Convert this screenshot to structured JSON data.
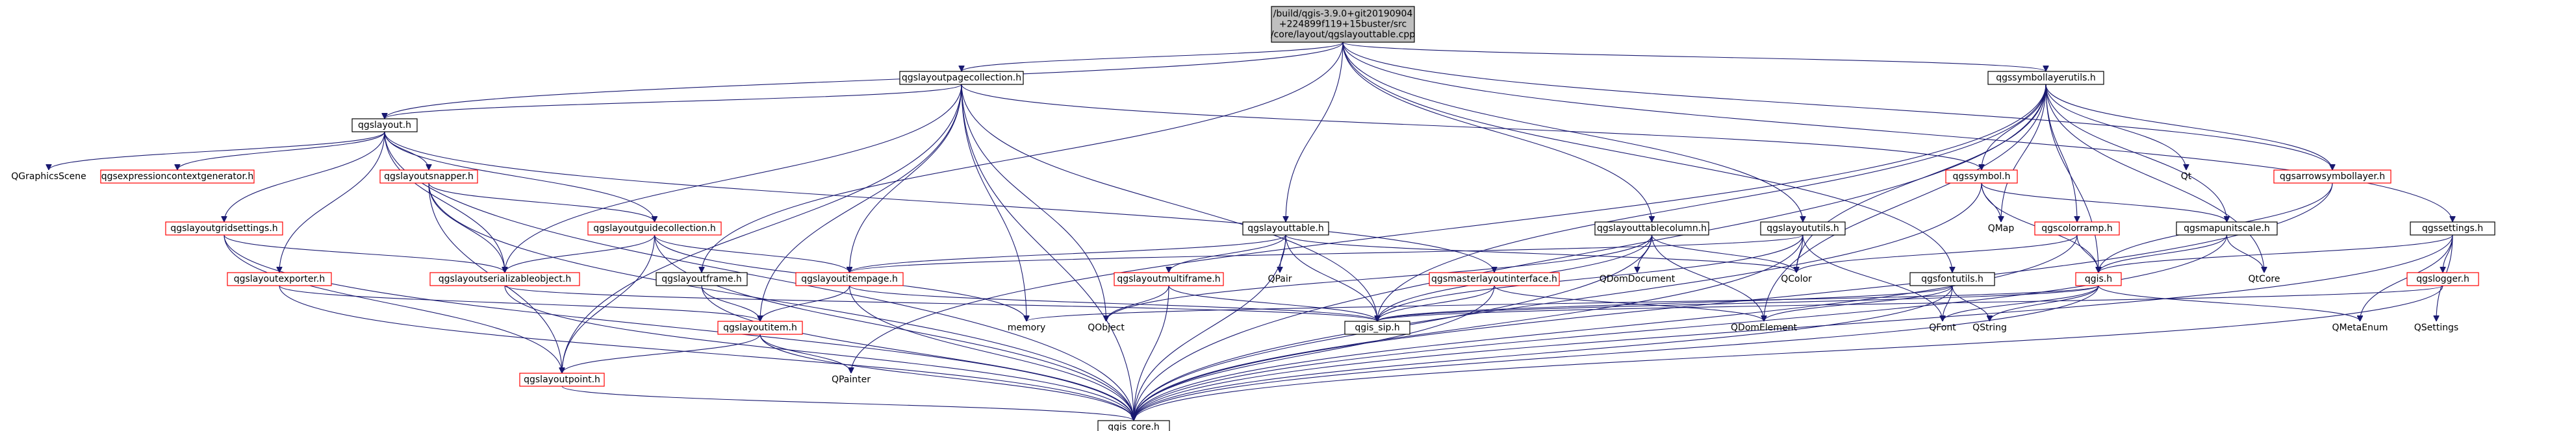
{
  "nodes": [
    {
      "id": "root",
      "lines": [
        "/build/qgis-3.9.0+git20190904",
        "+224899f119+15buster/src",
        "/core/layout/qgslayouttable.cpp"
      ],
      "style": "root"
    },
    {
      "id": "pagecoll",
      "lines": [
        "qgslayoutpagecollection.h"
      ],
      "style": "plain"
    },
    {
      "id": "symlayerutils",
      "lines": [
        "qgssymbollayerutils.h"
      ],
      "style": "plain"
    },
    {
      "id": "layout",
      "lines": [
        "qgslayout.h"
      ],
      "style": "plain"
    },
    {
      "id": "gscene",
      "lines": [
        "QGraphicsScene"
      ],
      "style": "none"
    },
    {
      "id": "exprctx",
      "lines": [
        "qgsexpressioncontextgenerator.h"
      ],
      "style": "red"
    },
    {
      "id": "snapper",
      "lines": [
        "qgslayoutsnapper.h"
      ],
      "style": "red"
    },
    {
      "id": "gridsettings",
      "lines": [
        "qgslayoutgridsettings.h"
      ],
      "style": "red"
    },
    {
      "id": "guidecoll",
      "lines": [
        "qgslayoutguidecollection.h"
      ],
      "style": "red"
    },
    {
      "id": "exporter",
      "lines": [
        "qgslayoutexporter.h"
      ],
      "style": "red"
    },
    {
      "id": "serializable",
      "lines": [
        "qgslayoutserializableobject.h"
      ],
      "style": "red"
    },
    {
      "id": "frame",
      "lines": [
        "qgslayoutframe.h"
      ],
      "style": "plain"
    },
    {
      "id": "itempage",
      "lines": [
        "qgslayoutitempage.h"
      ],
      "style": "red"
    },
    {
      "id": "item",
      "lines": [
        "qgslayoutitem.h"
      ],
      "style": "red"
    },
    {
      "id": "point",
      "lines": [
        "qgslayoutpoint.h"
      ],
      "style": "red"
    },
    {
      "id": "memory",
      "lines": [
        "memory"
      ],
      "style": "none"
    },
    {
      "id": "table",
      "lines": [
        "qgslayouttable.h"
      ],
      "style": "plain"
    },
    {
      "id": "multiframe",
      "lines": [
        "qgslayoutmultiframe.h"
      ],
      "style": "red"
    },
    {
      "id": "qpair",
      "lines": [
        "QPair"
      ],
      "style": "none"
    },
    {
      "id": "qobject",
      "lines": [
        "QObject"
      ],
      "style": "none"
    },
    {
      "id": "tablecolumn",
      "lines": [
        "qgslayouttablecolumn.h"
      ],
      "style": "plain"
    },
    {
      "id": "masterlayout",
      "lines": [
        "qgsmasterlayoutinterface.h"
      ],
      "style": "red"
    },
    {
      "id": "qdomdoc",
      "lines": [
        "QDomDocument"
      ],
      "style": "none"
    },
    {
      "id": "qdomel",
      "lines": [
        "QDomElement"
      ],
      "style": "none"
    },
    {
      "id": "utils",
      "lines": [
        "qgslayoututils.h"
      ],
      "style": "plain"
    },
    {
      "id": "fontutils",
      "lines": [
        "qgsfontutils.h"
      ],
      "style": "plain"
    },
    {
      "id": "sip",
      "lines": [
        "qgis_sip.h"
      ],
      "style": "plain"
    },
    {
      "id": "qcolor",
      "lines": [
        "QColor"
      ],
      "style": "none"
    },
    {
      "id": "qfont",
      "lines": [
        "QFont"
      ],
      "style": "none"
    },
    {
      "id": "qstring",
      "lines": [
        "QString"
      ],
      "style": "none"
    },
    {
      "id": "symbol",
      "lines": [
        "qgssymbol.h"
      ],
      "style": "red"
    },
    {
      "id": "qmap",
      "lines": [
        "QMap"
      ],
      "style": "none"
    },
    {
      "id": "colorramp",
      "lines": [
        "qgscolorramp.h"
      ],
      "style": "red"
    },
    {
      "id": "qgis",
      "lines": [
        "qgis.h"
      ],
      "style": "red"
    },
    {
      "id": "mapunitscale",
      "lines": [
        "qgsmapunitscale.h"
      ],
      "style": "plain"
    },
    {
      "id": "qt",
      "lines": [
        "Qt"
      ],
      "style": "none"
    },
    {
      "id": "arrowsymlayer",
      "lines": [
        "qgsarrowsymbollayer.h"
      ],
      "style": "red"
    },
    {
      "id": "settings",
      "lines": [
        "qgssettings.h"
      ],
      "style": "plain"
    },
    {
      "id": "qtcore",
      "lines": [
        "QtCore"
      ],
      "style": "none"
    },
    {
      "id": "logger",
      "lines": [
        "qgslogger.h"
      ],
      "style": "red"
    },
    {
      "id": "qsettings",
      "lines": [
        "QSettings"
      ],
      "style": "none"
    },
    {
      "id": "qmetaenum",
      "lines": [
        "QMetaEnum"
      ],
      "style": "none"
    },
    {
      "id": "qpainter",
      "lines": [
        "QPainter"
      ],
      "style": "none"
    },
    {
      "id": "core",
      "lines": [
        "qgis_core.h"
      ],
      "style": "plain"
    }
  ],
  "edges": [
    [
      "root",
      "pagecoll"
    ],
    [
      "root",
      "symlayerutils"
    ],
    [
      "root",
      "layout"
    ],
    [
      "root",
      "table"
    ],
    [
      "root",
      "tablecolumn"
    ],
    [
      "root",
      "utils"
    ],
    [
      "root",
      "fontutils"
    ],
    [
      "root",
      "settings"
    ],
    [
      "root",
      "arrowsymlayer"
    ],
    [
      "root",
      "frame"
    ],
    [
      "pagecoll",
      "layout"
    ],
    [
      "pagecoll",
      "symbol"
    ],
    [
      "pagecoll",
      "serializable"
    ],
    [
      "pagecoll",
      "itempage"
    ],
    [
      "pagecoll",
      "item"
    ],
    [
      "pagecoll",
      "point"
    ],
    [
      "pagecoll",
      "memory"
    ],
    [
      "pagecoll",
      "qobject"
    ],
    [
      "pagecoll",
      "sip"
    ],
    [
      "pagecoll",
      "core"
    ],
    [
      "layout",
      "gscene"
    ],
    [
      "layout",
      "exprctx"
    ],
    [
      "layout",
      "snapper"
    ],
    [
      "layout",
      "gridsettings"
    ],
    [
      "layout",
      "guidecoll"
    ],
    [
      "layout",
      "exporter"
    ],
    [
      "layout",
      "serializable"
    ],
    [
      "layout",
      "masterlayout"
    ],
    [
      "layout",
      "core"
    ],
    [
      "snapper",
      "guidecoll"
    ],
    [
      "snapper",
      "serializable"
    ],
    [
      "snapper",
      "point"
    ],
    [
      "snapper",
      "core"
    ],
    [
      "gridsettings",
      "serializable"
    ],
    [
      "gridsettings",
      "point"
    ],
    [
      "gridsettings",
      "core"
    ],
    [
      "guidecoll",
      "serializable"
    ],
    [
      "guidecoll",
      "itempage"
    ],
    [
      "guidecoll",
      "point"
    ],
    [
      "guidecoll",
      "memory"
    ],
    [
      "guidecoll",
      "core"
    ],
    [
      "exporter",
      "item"
    ],
    [
      "exporter",
      "core"
    ],
    [
      "serializable",
      "sip"
    ],
    [
      "serializable",
      "core"
    ],
    [
      "frame",
      "item"
    ],
    [
      "frame",
      "core"
    ],
    [
      "itempage",
      "item"
    ],
    [
      "itempage",
      "sip"
    ],
    [
      "itempage",
      "core"
    ],
    [
      "item",
      "point"
    ],
    [
      "item",
      "qpainter"
    ],
    [
      "item",
      "core"
    ],
    [
      "point",
      "core"
    ],
    [
      "table",
      "multiframe"
    ],
    [
      "table",
      "qpair"
    ],
    [
      "table",
      "sip"
    ],
    [
      "table",
      "qcolor"
    ],
    [
      "table",
      "core"
    ],
    [
      "table",
      "itempage"
    ],
    [
      "multiframe",
      "qobject"
    ],
    [
      "multiframe",
      "sip"
    ],
    [
      "multiframe",
      "core"
    ],
    [
      "tablecolumn",
      "qdomdoc"
    ],
    [
      "tablecolumn",
      "qdomel"
    ],
    [
      "tablecolumn",
      "sip"
    ],
    [
      "tablecolumn",
      "qcolor"
    ],
    [
      "tablecolumn",
      "core"
    ],
    [
      "tablecolumn",
      "qobject"
    ],
    [
      "masterlayout",
      "sip"
    ],
    [
      "masterlayout",
      "qdomel"
    ],
    [
      "masterlayout",
      "core"
    ],
    [
      "utils",
      "qcolor"
    ],
    [
      "utils",
      "qfont"
    ],
    [
      "utils",
      "sip"
    ],
    [
      "utils",
      "core"
    ],
    [
      "utils",
      "itempage"
    ],
    [
      "fontutils",
      "qfont"
    ],
    [
      "fontutils",
      "qstring"
    ],
    [
      "fontutils",
      "qdomel"
    ],
    [
      "fontutils",
      "sip"
    ],
    [
      "fontutils",
      "core"
    ],
    [
      "symlayerutils",
      "symbol"
    ],
    [
      "symlayerutils",
      "qmap"
    ],
    [
      "symlayerutils",
      "colorramp"
    ],
    [
      "symlayerutils",
      "qgis"
    ],
    [
      "symlayerutils",
      "mapunitscale"
    ],
    [
      "symlayerutils",
      "qt"
    ],
    [
      "symlayerutils",
      "arrowsymlayer"
    ],
    [
      "symlayerutils",
      "qtcore"
    ],
    [
      "symlayerutils",
      "qcolor"
    ],
    [
      "symlayerutils",
      "core"
    ],
    [
      "symlayerutils",
      "sip"
    ],
    [
      "symlayerutils",
      "qdomel"
    ],
    [
      "symlayerutils",
      "qpainter"
    ],
    [
      "symbol",
      "qmap"
    ],
    [
      "symbol",
      "qgis"
    ],
    [
      "symbol",
      "mapunitscale"
    ],
    [
      "symbol",
      "core"
    ],
    [
      "colorramp",
      "qcolor"
    ],
    [
      "colorramp",
      "qgis"
    ],
    [
      "colorramp",
      "core"
    ],
    [
      "mapunitscale",
      "qgis"
    ],
    [
      "mapunitscale",
      "qtcore"
    ],
    [
      "mapunitscale",
      "core"
    ],
    [
      "arrowsymlayer",
      "qgis"
    ],
    [
      "arrowsymlayer",
      "core"
    ],
    [
      "settings",
      "qgis"
    ],
    [
      "settings",
      "logger"
    ],
    [
      "settings",
      "qsettings"
    ],
    [
      "settings",
      "qmetaenum"
    ],
    [
      "settings",
      "core"
    ],
    [
      "qgis",
      "qmetaenum"
    ],
    [
      "qgis",
      "qstring"
    ],
    [
      "qgis",
      "qfont"
    ],
    [
      "qgis",
      "sip"
    ],
    [
      "qgis",
      "core"
    ],
    [
      "qgis",
      "memory"
    ],
    [
      "logger",
      "sip"
    ],
    [
      "logger",
      "core"
    ]
  ],
  "colors": {
    "edge": "#191970",
    "root_fill": "#bfbfbf",
    "red_border": "#ff0000",
    "plain_border": "#000000",
    "text": "#000000"
  }
}
